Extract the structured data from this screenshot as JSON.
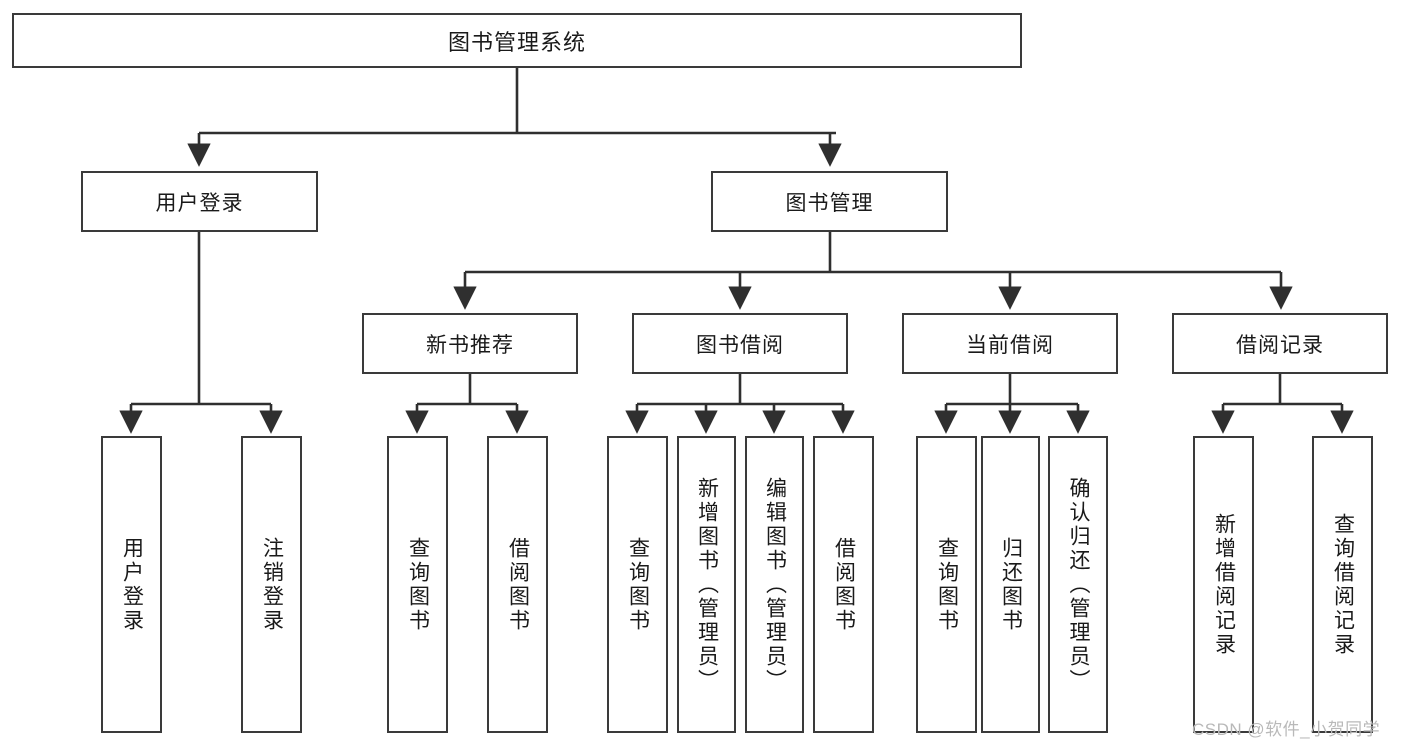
{
  "diagram": {
    "title": "图书管理系统",
    "type": "tree",
    "watermark": "CSDN @软件_小贺同学",
    "colors": {
      "border": "#3a3a3a",
      "background": "#ffffff",
      "text": "#1a1a1a",
      "watermark": "#b9b9b9"
    },
    "nodes": {
      "root": {
        "label": "图书管理系统"
      },
      "level2": [
        {
          "id": "user-login",
          "label": "用户登录"
        },
        {
          "id": "book-manage",
          "label": "图书管理"
        }
      ],
      "level3": [
        {
          "id": "new-book-recommend",
          "label": "新书推荐"
        },
        {
          "id": "book-borrow",
          "label": "图书借阅"
        },
        {
          "id": "current-borrow",
          "label": "当前借阅"
        },
        {
          "id": "borrow-record",
          "label": "借阅记录"
        }
      ],
      "leaves": {
        "user_login": [
          {
            "id": "leaf-user-login",
            "label": "用户登录"
          },
          {
            "id": "leaf-user-logout",
            "label": "注销登录"
          }
        ],
        "new_book_recommend": [
          {
            "id": "leaf-query-book-1",
            "label": "查询图书"
          },
          {
            "id": "leaf-borrow-book-1",
            "label": "借阅图书"
          }
        ],
        "book_borrow": [
          {
            "id": "leaf-query-book-2",
            "label": "查询图书"
          },
          {
            "id": "leaf-add-book",
            "label": "新增图书（管理员）"
          },
          {
            "id": "leaf-edit-book",
            "label": "编辑图书（管理员）"
          },
          {
            "id": "leaf-borrow-book-2",
            "label": "借阅图书"
          }
        ],
        "current_borrow": [
          {
            "id": "leaf-query-book-3",
            "label": "查询图书"
          },
          {
            "id": "leaf-return-book",
            "label": "归还图书"
          },
          {
            "id": "leaf-confirm-return",
            "label": "确认归还（管理员）"
          }
        ],
        "borrow_record": [
          {
            "id": "leaf-add-record",
            "label": "新增借阅记录"
          },
          {
            "id": "leaf-query-record",
            "label": "查询借阅记录"
          }
        ]
      }
    }
  }
}
